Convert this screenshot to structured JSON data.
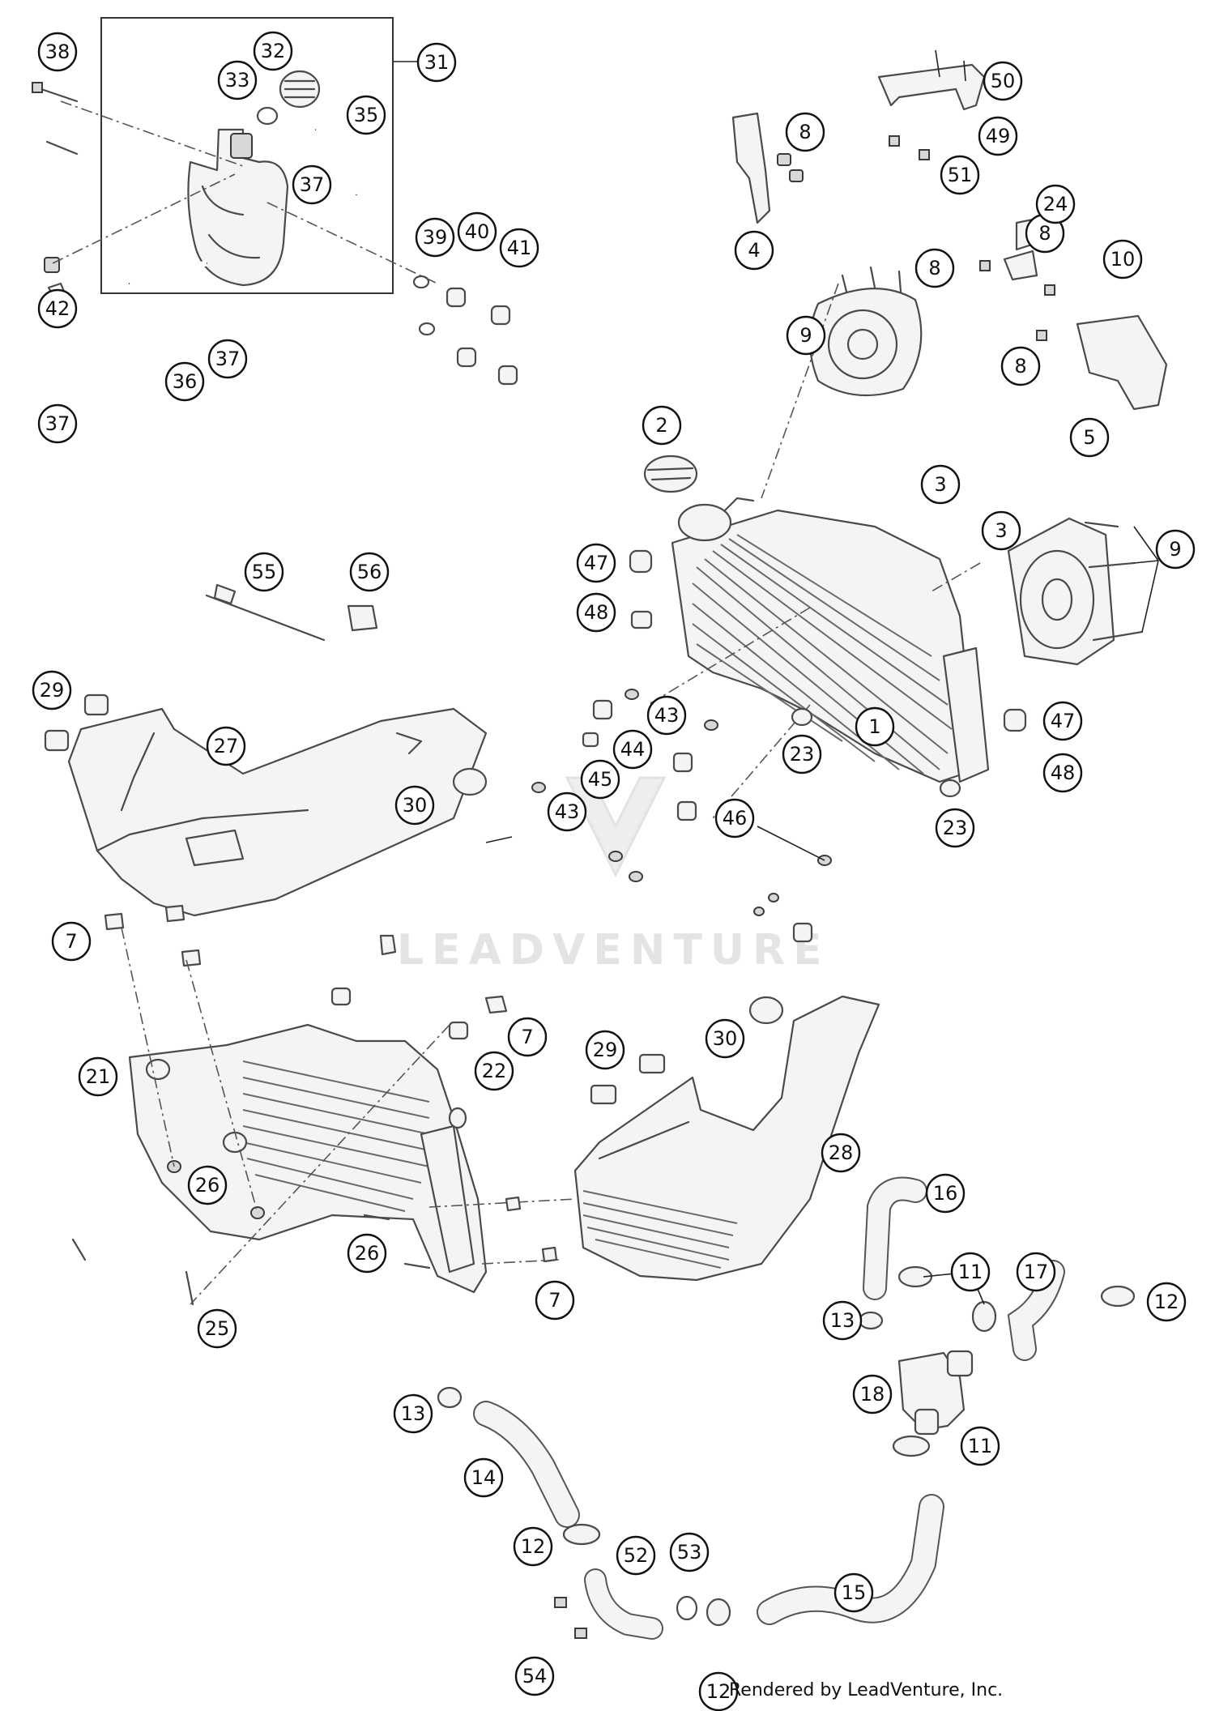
{
  "watermark": "LEADVENTURE",
  "credit": "Rendered by LeadVenture, Inc.",
  "callouts": [
    "1",
    "2",
    "3",
    "3",
    "4",
    "5",
    "7",
    "7",
    "7",
    "8",
    "8",
    "8",
    "8",
    "9",
    "9",
    "10",
    "11",
    "11",
    "11",
    "12",
    "12",
    "12",
    "12",
    "13",
    "13",
    "14",
    "15",
    "16",
    "17",
    "18",
    "21",
    "22",
    "23",
    "23",
    "24",
    "25",
    "26",
    "26",
    "27",
    "28",
    "29",
    "29",
    "30",
    "30",
    "31",
    "32",
    "33",
    "35",
    "36",
    "37",
    "37",
    "37",
    "38",
    "39",
    "40",
    "41",
    "42",
    "43",
    "43",
    "44",
    "45",
    "46",
    "47",
    "47",
    "48",
    "48",
    "49",
    "50",
    "51",
    "52",
    "53",
    "54",
    "55",
    "56"
  ]
}
